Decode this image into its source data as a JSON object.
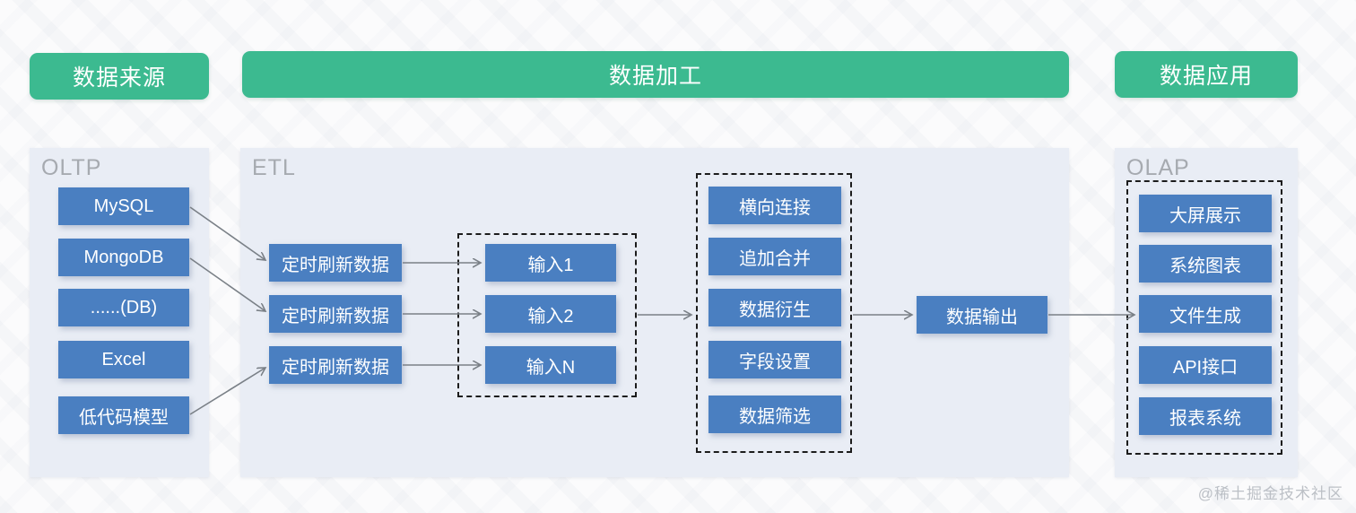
{
  "header": {
    "source_label": "数据来源",
    "processing_label": "数据加工",
    "application_label": "数据应用"
  },
  "panels": {
    "oltp": {
      "label": "OLTP",
      "items": [
        "MySQL",
        "MongoDB",
        "......(DB)",
        "Excel",
        "低代码模型"
      ]
    },
    "etl": {
      "label": "ETL",
      "refresh_nodes": [
        "定时刷新数据",
        "定时刷新数据",
        "定时刷新数据"
      ],
      "input_group": [
        "输入1",
        "输入2",
        "输入N"
      ],
      "transform_group": [
        "横向连接",
        "追加合并",
        "数据衍生",
        "字段设置",
        "数据筛选"
      ],
      "output_label": "数据输出"
    },
    "olap": {
      "label": "OLAP",
      "items": [
        "大屏展示",
        "系统图表",
        "文件生成",
        "API接口",
        "报表系统"
      ]
    }
  },
  "watermark": "@稀土掘金技术社区",
  "colors": {
    "banner_green": "#3CBA90",
    "node_blue": "#4A7FC1",
    "panel_bg": "#E9EDF5",
    "arrow_gray": "#7A8087"
  }
}
